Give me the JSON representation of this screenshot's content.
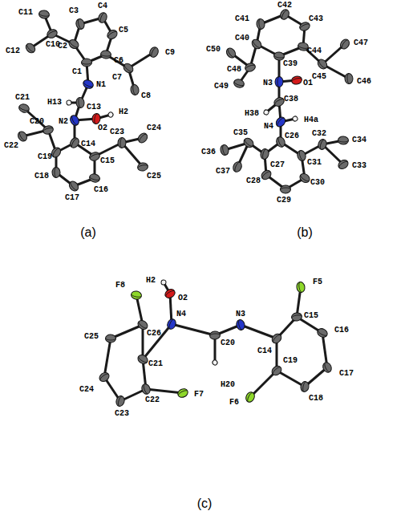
{
  "diagram": {
    "labels": [
      "C1",
      "C2",
      "C3",
      "C4",
      "C5",
      "C6",
      "C7",
      "C8",
      "C9",
      "C10",
      "C11",
      "C12",
      "C13",
      "C14",
      "C15",
      "C16",
      "C17",
      "C18",
      "C19",
      "C20",
      "C21",
      "C22",
      "C23",
      "C24",
      "C25",
      "N1",
      "N2",
      "O2",
      "H2",
      "H13",
      "(a)",
      "C26",
      "C27",
      "C28",
      "C29",
      "C30",
      "C31",
      "C32",
      "C33",
      "C34",
      "C35",
      "C36",
      "C37",
      "C38",
      "C39",
      "C40",
      "C41",
      "C42",
      "C43",
      "C44",
      "C45",
      "C46",
      "C47",
      "C48",
      "C49",
      "C50",
      "N3",
      "N4",
      "O1",
      "H38",
      "H4a",
      "(b)",
      "C14",
      "C15",
      "C16",
      "C17",
      "C18",
      "C19",
      "C20",
      "C21",
      "C22",
      "C23",
      "C24",
      "C25",
      "C26",
      "N3",
      "N4",
      "O2",
      "H2",
      "H20",
      "F5",
      "F6",
      "F7",
      "F8",
      "(c)"
    ]
  }
}
